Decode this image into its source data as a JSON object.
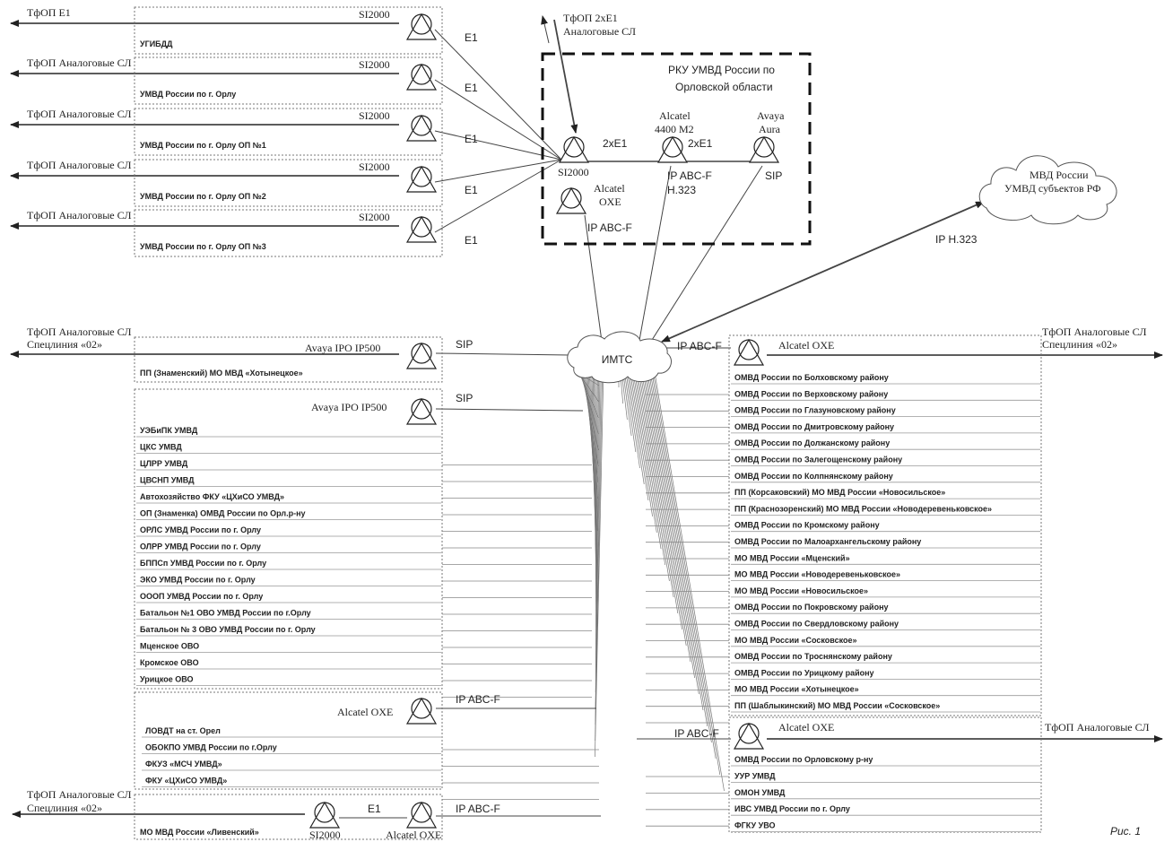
{
  "top_left_units": [
    {
      "pstn": "ТфОП E1",
      "pbx": "SI2000",
      "name": "УГИБДД",
      "link": "E1"
    },
    {
      "pstn": "ТфОП Аналоговые СЛ",
      "pbx": "SI2000",
      "name": "УМВД России по г. Орлу",
      "link": "E1"
    },
    {
      "pstn": "ТфОП Аналоговые СЛ",
      "pbx": "SI2000",
      "name": "УМВД России по г. Орлу ОП №1",
      "link": "E1"
    },
    {
      "pstn": "ТфОП Аналоговые СЛ",
      "pbx": "SI2000",
      "name": "УМВД России по г. Орлу ОП №2",
      "link": "E1"
    },
    {
      "pstn": "ТфОП Аналоговые СЛ",
      "pbx": "SI2000",
      "name": "УМВД России по г. Орлу ОП №3",
      "link": "E1"
    }
  ],
  "rku": {
    "title_line1": "РКУ УМВД России по",
    "title_line2": "Орловской области",
    "pstn_line1": "ТфОП 2xE1",
    "pstn_line2": "Аналоговые СЛ",
    "si2000": "SI2000",
    "link1": "2xE1",
    "link2": "2xE1",
    "alcatel_4400_line1": "Alcatel",
    "alcatel_4400_line2": "4400 M2",
    "avaya_line1": "Avaya",
    "avaya_line2": "Aura",
    "ip_abcf": "IP ABC-F",
    "h323": "H.323",
    "sip": "SIP",
    "alcatel_oxe_line1": "Alcatel",
    "alcatel_oxe_line2": "OXE",
    "oxe_ip": "IP ABC-F"
  },
  "cloud_mvd": {
    "line1": "МВД России",
    "line2": "УМВД субъектов РФ",
    "link": "IP H.323"
  },
  "imts": {
    "label": "ИМТС"
  },
  "ipo_unit": {
    "pstn_line1": "ТфОП Аналоговые СЛ",
    "pstn_line2": "Спецлиния «02»",
    "pbx": "Avaya IPO IP500",
    "name": "ПП (Знаменский) МО МВД «Хотынецкое»",
    "link": "SIP"
  },
  "ipo_group": {
    "pbx": "Avaya IPO IP500",
    "link": "SIP",
    "items": [
      "УЭБиПК УМВД",
      "ЦКС УМВД",
      "ЦЛРР УМВД",
      "ЦВСНП УМВД",
      "Автохозяйство ФКУ «ЦХиСО УМВД»",
      "ОП (Знаменка) ОМВД России по Орл.р-ну",
      "ОРЛС УМВД России по г. Орлу",
      "ОЛРР УМВД России по г. Орлу",
      "БППСп УМВД России по г. Орлу",
      "ЭКО УМВД России по г. Орлу",
      "ОООП УМВД России по г. Орлу",
      "Батальон №1 ОВО УМВД России по г.Орлу",
      "Батальон № 3 ОВО УМВД России по г. Орлу",
      "Мценское ОВО",
      "Кромское ОВО",
      "Урицкое ОВО"
    ]
  },
  "oxe_group_left": {
    "pbx": "Alcatel OXE",
    "link": "IP ABC-F",
    "items": [
      "ЛОВДТ на ст. Орел",
      "ОБОКПО УМВД России по г.Орлу",
      "ФКУЗ «МСЧ УМВД»",
      "ФКУ «ЦХиСО УМВД»"
    ]
  },
  "livny_unit": {
    "pstn_line1": "ТфОП Аналоговые СЛ",
    "pstn_line2": "Спецлиния «02»",
    "name": "МО МВД России «Ливенский»",
    "si2000": "SI2000",
    "oxe": "Alcatel OXE",
    "link1": "E1",
    "link2": "IP ABC-F"
  },
  "oxe_group_right": {
    "pbx": "Alcatel OXE",
    "link": "IP ABC-F",
    "pstn_line1": "ТфОП Аналоговые СЛ",
    "pstn_line2": "Спецлиния «02»",
    "items": [
      "ОМВД России по Болховскому району",
      "ОМВД России по Верховскому району",
      "ОМВД России по Глазуновскому району",
      "ОМВД России по Дмитровскому району",
      "ОМВД России по Должанскому району",
      "ОМВД России по Залегощенскому району",
      "ОМВД России по Колпнянскому району",
      "ПП (Корсаковский) МО МВД России «Новосильское»",
      "ПП (Краснозоренский) МО МВД России «Новодеревеньковское»",
      "ОМВД России по Кромскому району",
      "ОМВД России по Малоархангельскому району",
      "МО МВД России «Мценский»",
      "МО МВД России «Новодеревеньковское»",
      "МО МВД России «Новосильское»",
      "ОМВД России по Покровскому району",
      "ОМВД России по Свердловскому району",
      "МО МВД России «Сосковское»",
      "ОМВД России по Троснянскому району",
      "ОМВД России по Урицкому району",
      "МО МВД России «Хотынецкое»",
      "ПП (Шаблыкинский) МО МВД России «Сосковское»"
    ]
  },
  "oxe_group_right2": {
    "pbx": "Alcatel OXE",
    "link": "IP ABC-F",
    "pstn": "ТфОП Аналоговые СЛ",
    "items": [
      "ОМВД России по Орловскому р-ну",
      "УУР УМВД",
      "ОМОН УМВД",
      "ИВС УМВД России по г. Орлу",
      "ФГКУ УВО"
    ]
  },
  "caption": "Рис. 1"
}
